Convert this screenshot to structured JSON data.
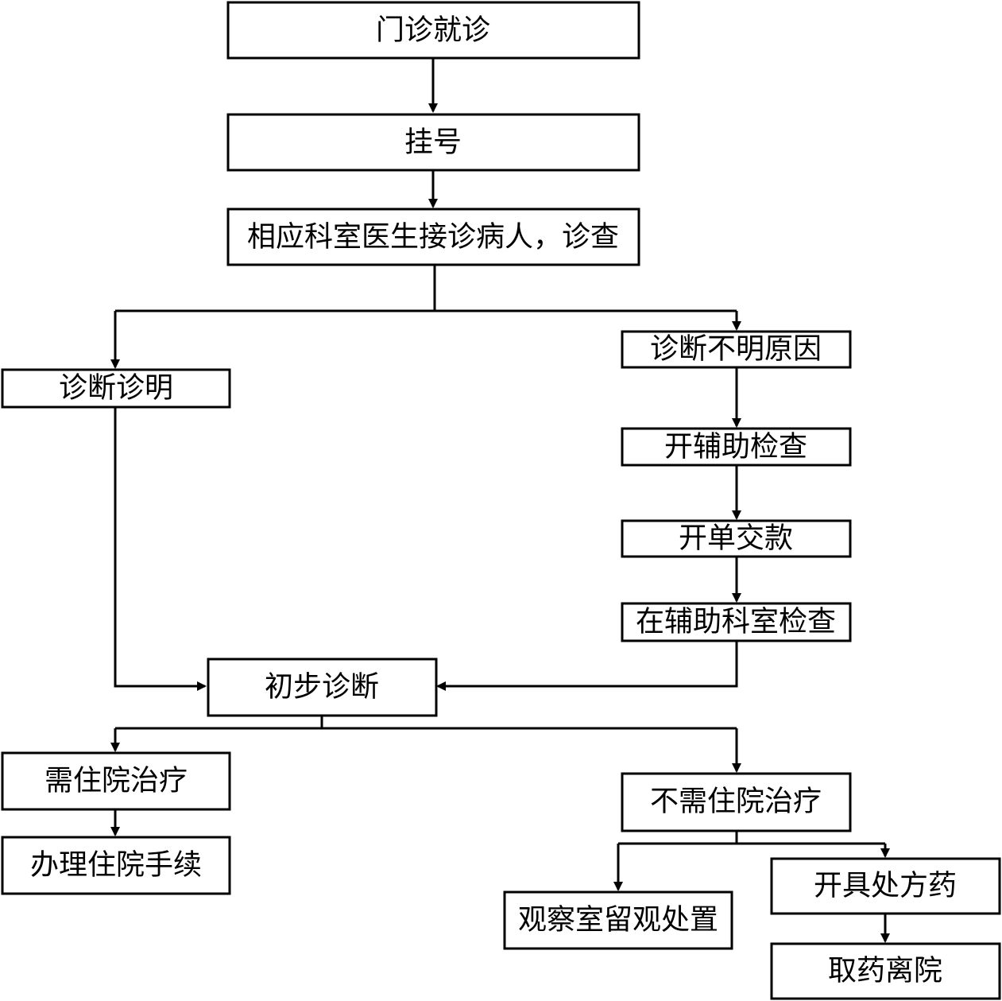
{
  "nodes": {
    "outpatient": "门诊就诊",
    "registration": "挂号",
    "doctor_exam": "相应科室医生接诊病人，诊查",
    "diagnosis_clear": "诊断诊明",
    "diagnosis_unclear": "诊断不明原因",
    "order_aux_exam": "开辅助检查",
    "pay_bill": "开单交款",
    "aux_dept_exam": "在辅助科室检查",
    "preliminary_diagnosis": "初步诊断",
    "need_hospitalization": "需住院治疗",
    "admission_procedures": "办理住院手续",
    "no_hospitalization": "不需住院治疗",
    "observation_room": "观察室留观处置",
    "prescription": "开具处方药",
    "collect_medicine_leave": "取药离院"
  }
}
